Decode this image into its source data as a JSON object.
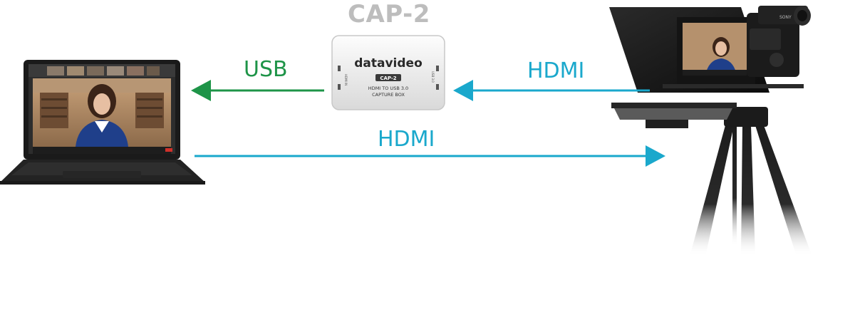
{
  "device": {
    "name": "CAP-2",
    "brand": "datavideo",
    "model_badge": "CAP-2",
    "subtitle_line1": "HDMI TO USB 3.0",
    "subtitle_line2": "CAPTURE BOX",
    "port_labels": [
      "HDMI IN",
      "USB 3.0"
    ]
  },
  "connections": [
    {
      "label": "USB",
      "color": "#1e9448",
      "direction": "to-laptop"
    },
    {
      "label": "HDMI",
      "color": "#1aa8cc",
      "direction": "to-capture-box"
    },
    {
      "label": "HDMI",
      "color": "#1aa8cc",
      "direction": "to-teleprompter"
    }
  ],
  "camera": {
    "brand_label": "SONY"
  },
  "icons": [
    "laptop-icon",
    "capture-box-icon",
    "teleprompter-icon",
    "camera-icon"
  ]
}
